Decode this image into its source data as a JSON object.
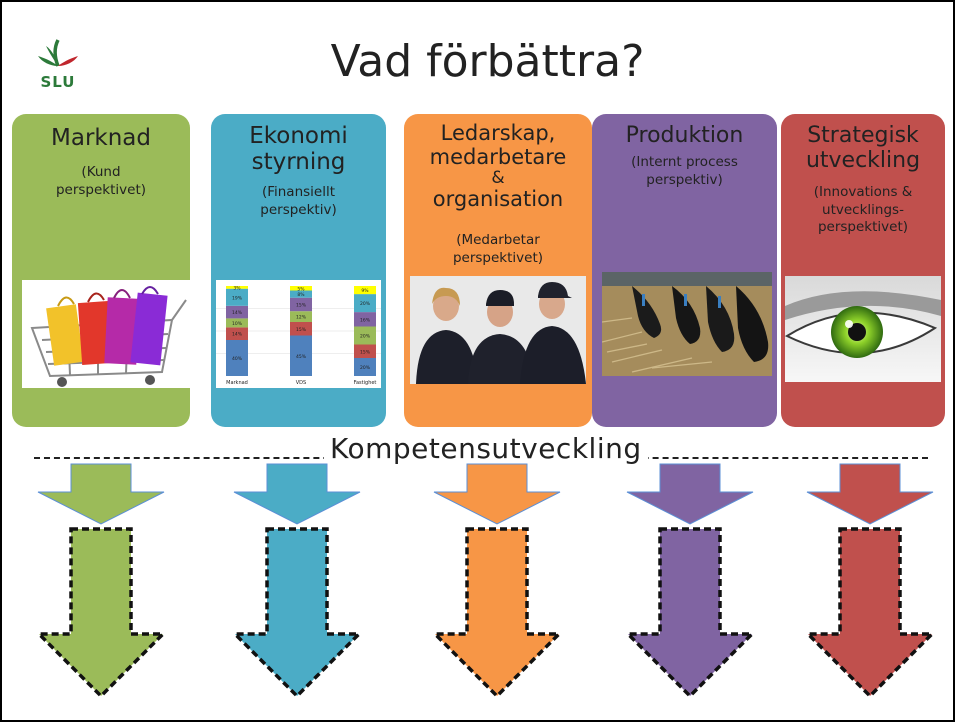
{
  "title": "Vad förbättra?",
  "logo_text": "SLU",
  "divider_label": "Kompetensutveckling",
  "colors": {
    "green": "#9bbb59",
    "blue": "#4bacc6",
    "orange": "#f79646",
    "purple": "#8064a2",
    "red": "#c0504d"
  },
  "columns": [
    {
      "title": [
        "Marknad"
      ],
      "subtitle": [
        "(Kund",
        "perspektivet)"
      ]
    },
    {
      "title": [
        "Ekonomi",
        "styrning"
      ],
      "subtitle": [
        "(Finansiellt",
        "perspektiv)"
      ]
    },
    {
      "title": [
        "Ledarskap,",
        "medarbetare",
        "&",
        "organisation"
      ],
      "subtitle": [
        "(Medarbetar",
        "perspektivet)"
      ]
    },
    {
      "title": [
        "Produktion"
      ],
      "subtitle": [
        "(Internt process",
        "perspektiv)"
      ]
    },
    {
      "title": [
        "Strategisk",
        "utveckling"
      ],
      "subtitle": [
        "(Innovations &",
        "utvecklings-",
        "perspektivet)"
      ]
    }
  ],
  "chart_data": {
    "type": "bar",
    "categories": [
      "Marknad",
      "VDS",
      "Fastighet"
    ],
    "series": [
      {
        "values": [
          40,
          45,
          20
        ]
      },
      {
        "values": [
          14,
          15,
          15
        ]
      },
      {
        "values": [
          10,
          12,
          20
        ]
      },
      {
        "values": [
          14,
          15,
          16
        ]
      },
      {
        "values": [
          19,
          8,
          20
        ]
      },
      {
        "values": [
          3,
          5,
          9
        ]
      }
    ],
    "segment_labels": [
      [
        "40%",
        "14%",
        "10%",
        "14%",
        "19%",
        "3%"
      ],
      [
        "45%",
        "15%",
        "12%",
        "15%",
        "8%",
        "5%"
      ],
      [
        "20%",
        "15%",
        "20%",
        "16%",
        "20%",
        "9%"
      ]
    ]
  }
}
